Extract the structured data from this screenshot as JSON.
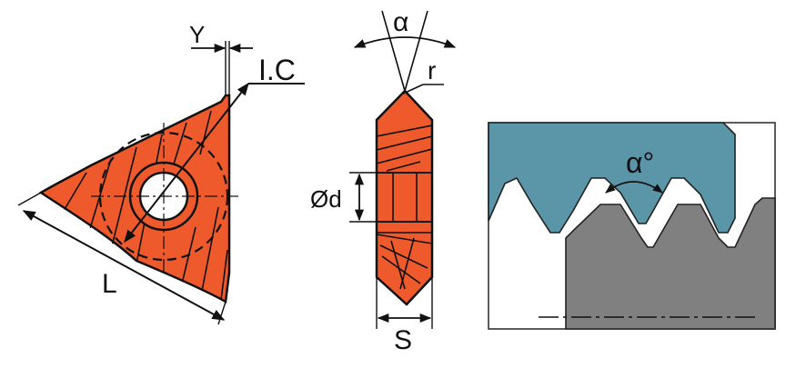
{
  "labels": {
    "y": "Y",
    "ic": "I.C",
    "l": "L",
    "alpha": "α",
    "r": "r",
    "d": "Ød",
    "s": "S",
    "alpha_deg": "α°"
  },
  "colors": {
    "insert": "#ee5a2b",
    "outline": "#111111",
    "tool": "#5b95a8",
    "workpiece": "#808080",
    "frame": "#333333",
    "background": "#ffffff"
  }
}
